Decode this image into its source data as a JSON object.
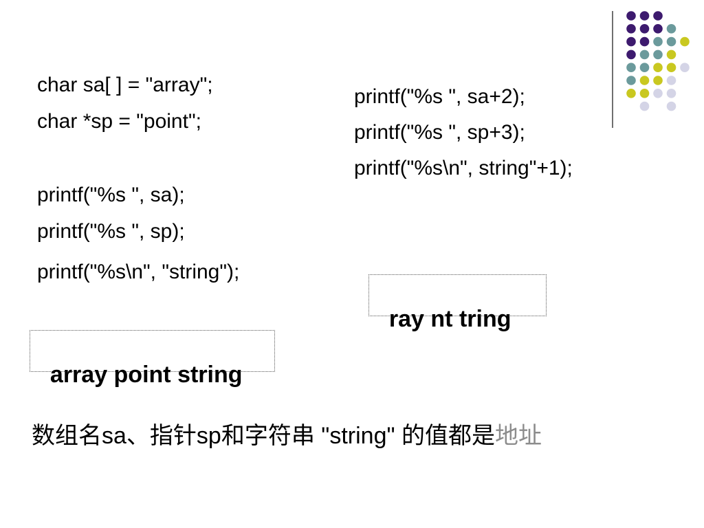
{
  "left_code": [
    "char sa[ ] = \"array\";",
    "char *sp = \"point\";",
    "printf(\"%s \", sa);",
    "printf(\"%s \", sp);",
    "printf(\"%s\\n\", \"string\");"
  ],
  "right_code": [
    "printf(\"%s \", sa+2);",
    "printf(\"%s \", sp+3);",
    "printf(\"%s\\n\", string\"+1);"
  ],
  "output_left": "array point string",
  "output_right": "ray nt tring",
  "caption": {
    "main": "数组名sa、指针sp和字符串 \"string\" 的值都是",
    "highlight": "地址"
  },
  "colors": {
    "purple": "#3d1a6e",
    "teal": "#6b9a9c",
    "olive": "#c9c820",
    "lavender": "#d4d4e6",
    "highlight": "#8c8c8c"
  }
}
